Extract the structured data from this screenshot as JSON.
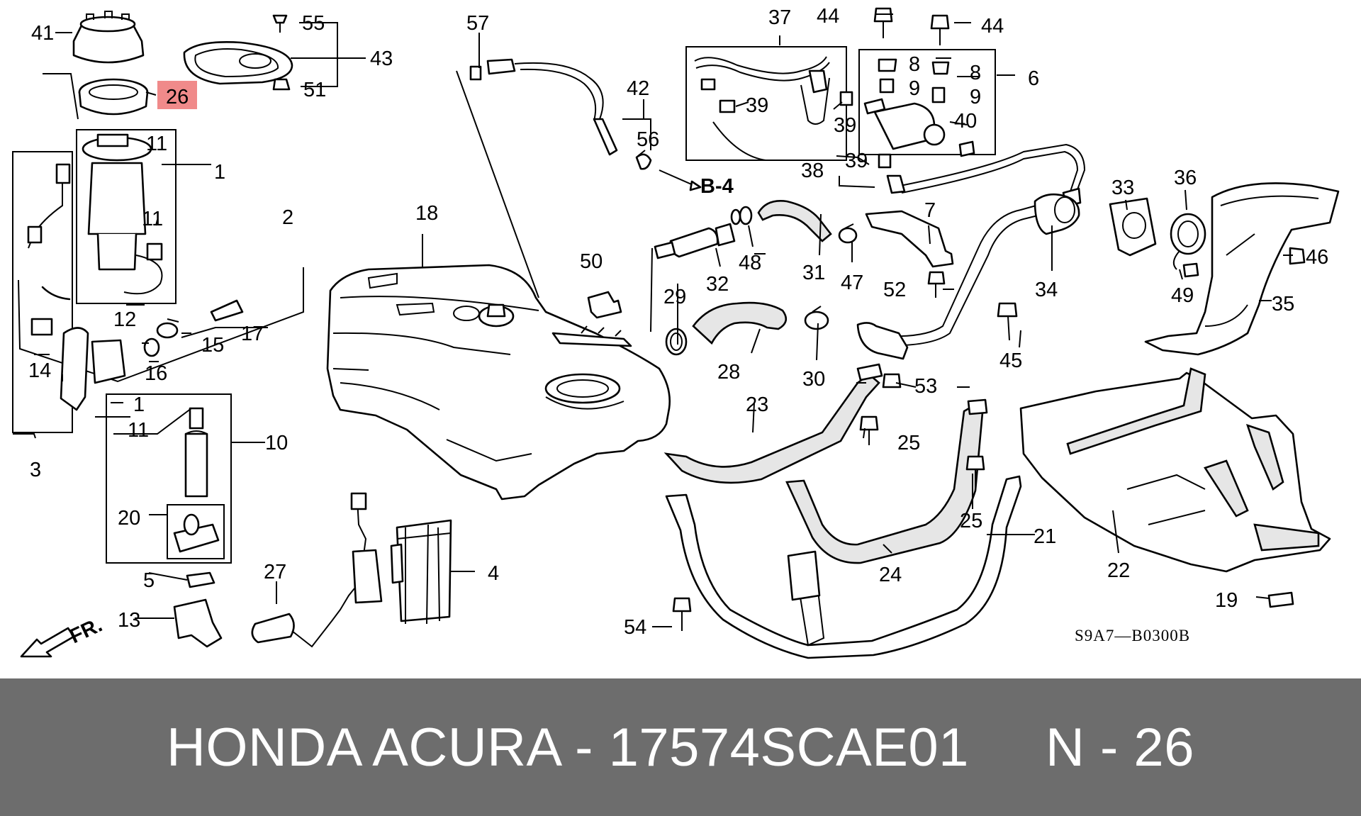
{
  "diagram": {
    "code": "S9A7—B0300B",
    "direction_label": "FR.",
    "reference_label": "B-4",
    "highlight_color": "#f08a8a",
    "highlighted_part": "26",
    "callouts": {
      "c41": "41",
      "c55": "55",
      "c43": "43",
      "c51": "51",
      "c26": "26",
      "c11a": "11",
      "c1a": "1",
      "c11b": "11",
      "c2": "2",
      "c12": "12",
      "c17": "17",
      "c15": "15",
      "c14": "14",
      "c16": "16",
      "c1b": "1",
      "c11c": "11",
      "c10": "10",
      "c3": "3",
      "c20": "20",
      "c5": "5",
      "c13": "13",
      "c27": "27",
      "c4": "4",
      "c57": "57",
      "c18": "18",
      "c42": "42",
      "c56": "56",
      "c37": "37",
      "c39a": "39",
      "c39b": "39",
      "c39c": "39",
      "c38": "38",
      "c44a": "44",
      "c44b": "44",
      "c8a": "8",
      "c8b": "8",
      "c9a": "9",
      "c9b": "9",
      "c6": "6",
      "c40": "40",
      "c7": "7",
      "c50": "50",
      "c48": "48",
      "c32": "32",
      "c31": "31",
      "c47": "47",
      "c52": "52",
      "c34": "34",
      "c29": "29",
      "c28": "28",
      "c30": "30",
      "c45": "45",
      "c53": "53",
      "c23": "23",
      "c25a": "25",
      "c25b": "25",
      "c24": "24",
      "c21": "21",
      "c54": "54",
      "c33": "33",
      "c36": "36",
      "c46": "46",
      "c49": "49",
      "c35": "35",
      "c22": "22",
      "c19": "19"
    }
  },
  "footer": {
    "caption": "HONDA ACURA - 17574SCAE01     N - 26"
  }
}
